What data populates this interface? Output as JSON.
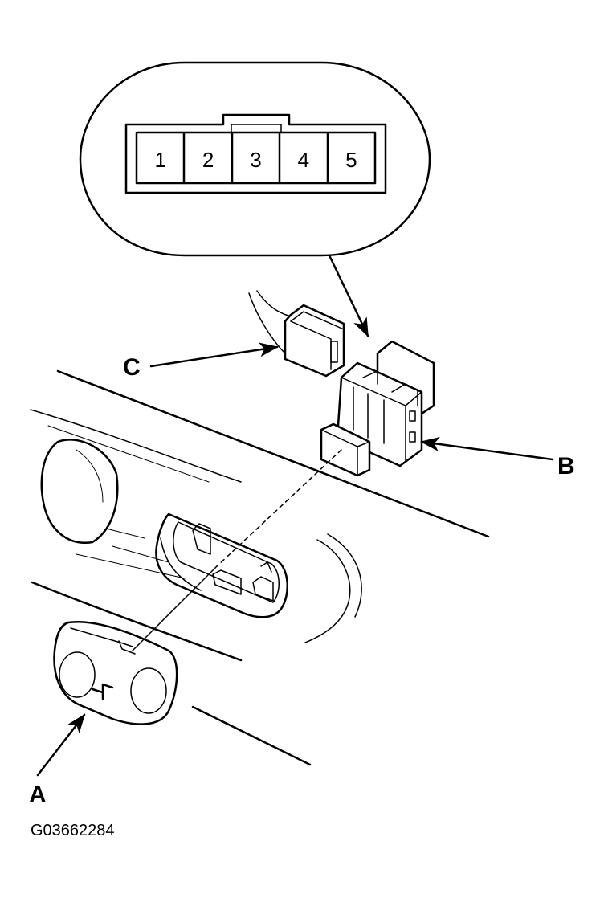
{
  "connector_pins": [
    "1",
    "2",
    "3",
    "4",
    "5"
  ],
  "callouts": {
    "a": "A",
    "b": "B",
    "c": "C"
  },
  "figure_id": "G03662284",
  "colors": {
    "ink": "#000000",
    "paper": "#ffffff"
  }
}
